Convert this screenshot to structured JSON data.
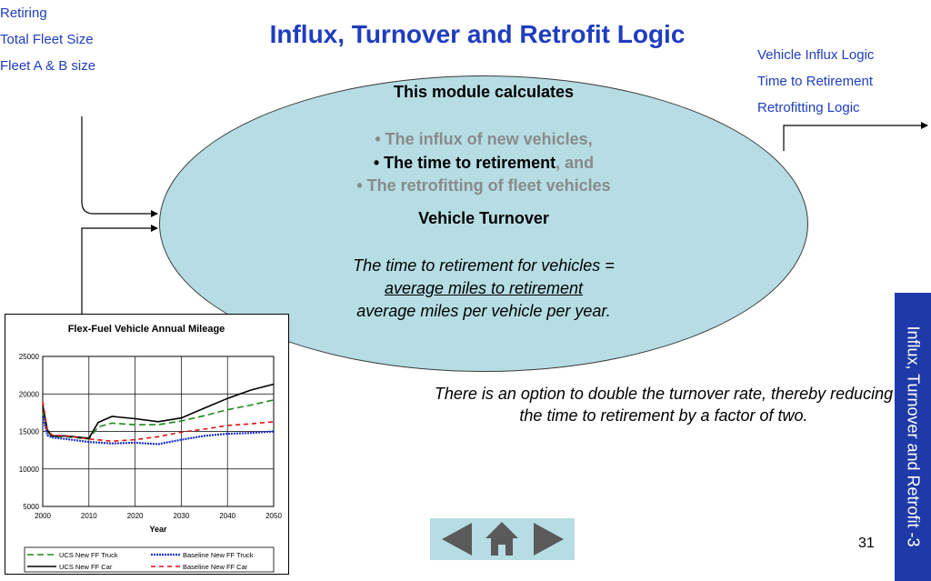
{
  "slide": {
    "title": "Influx, Turnover and Retrofit Logic",
    "page_number": "31",
    "side_tab": "Influx, Turnover and Retrofit -3"
  },
  "links_left": [
    "Retiring",
    "Total Fleet Size",
    "Fleet A & B size"
  ],
  "links_right": [
    "Vehicle Influx Logic",
    "Time to Retirement",
    "Retrofitting Logic"
  ],
  "module": {
    "heading": "This module calculates",
    "bullet1": "• The influx of new vehicles,",
    "bullet2": "• The time to retirement",
    "bullet2_tail": ", and",
    "bullet3": "• The retrofitting of fleet vehicles",
    "subheading": "Vehicle Turnover",
    "formula_line1": "The time to retirement for vehicles =",
    "formula_numerator": "average miles to retirement",
    "formula_denominator": "average miles per vehicle per year."
  },
  "note": "There is an option to double the turnover rate, thereby reducing the time to retirement by a factor of two.",
  "nav": {
    "prev_icon": "left-arrow-icon",
    "home_icon": "home-icon",
    "next_icon": "right-arrow-icon"
  },
  "colors": {
    "title": "#1f3dbf",
    "ellipse": "#b5dde3",
    "tab": "#1f3aa8"
  },
  "chart_data": {
    "type": "line",
    "title": "Flex-Fuel Vehicle Annual Mileage",
    "xlabel": "Year",
    "ylabel": "",
    "xlim": [
      2000,
      2050
    ],
    "ylim": [
      5000,
      25000
    ],
    "xticks": [
      "2000",
      "2010",
      "2020",
      "2030",
      "2040",
      "2050"
    ],
    "yticks": [
      "5000",
      "10000",
      "15000",
      "20000",
      "25000"
    ],
    "grid": true,
    "legend_position": "bottom",
    "series": [
      {
        "name": "UCS New FF Truck",
        "color": "#1a8a1a",
        "dash": "7,4",
        "x": [
          2000,
          2001,
          2002,
          2005,
          2010,
          2012,
          2015,
          2020,
          2025,
          2030,
          2035,
          2040,
          2045,
          2050
        ],
        "y": [
          17500,
          15000,
          14300,
          14300,
          14000,
          15600,
          16100,
          15900,
          15900,
          16400,
          17100,
          17900,
          18500,
          19200
        ]
      },
      {
        "name": "Baseline New FF Truck",
        "color": "#1a2fd0",
        "dash": "2,1",
        "x": [
          2000,
          2001,
          2002,
          2005,
          2010,
          2015,
          2020,
          2025,
          2030,
          2035,
          2040,
          2045,
          2050
        ],
        "y": [
          17000,
          14500,
          14200,
          14000,
          13600,
          13400,
          13500,
          13300,
          13900,
          14400,
          14700,
          14800,
          15000
        ]
      },
      {
        "name": "UCS New FF Car",
        "color": "#000000",
        "dash": "",
        "x": [
          2000,
          2001,
          2002,
          2005,
          2010,
          2012,
          2015,
          2020,
          2025,
          2030,
          2035,
          2040,
          2045,
          2050
        ],
        "y": [
          18500,
          15200,
          14400,
          14400,
          14100,
          16200,
          17000,
          16700,
          16300,
          16800,
          18100,
          19400,
          20500,
          21300
        ]
      },
      {
        "name": "Baseline New FF Car",
        "color": "#e01010",
        "dash": "5,4",
        "x": [
          2000,
          2001,
          2002,
          2005,
          2010,
          2015,
          2020,
          2025,
          2030,
          2035,
          2040,
          2045,
          2050
        ],
        "y": [
          19000,
          15200,
          14500,
          14400,
          14000,
          13700,
          13900,
          14300,
          14900,
          15300,
          15800,
          16000,
          16300
        ]
      }
    ]
  }
}
